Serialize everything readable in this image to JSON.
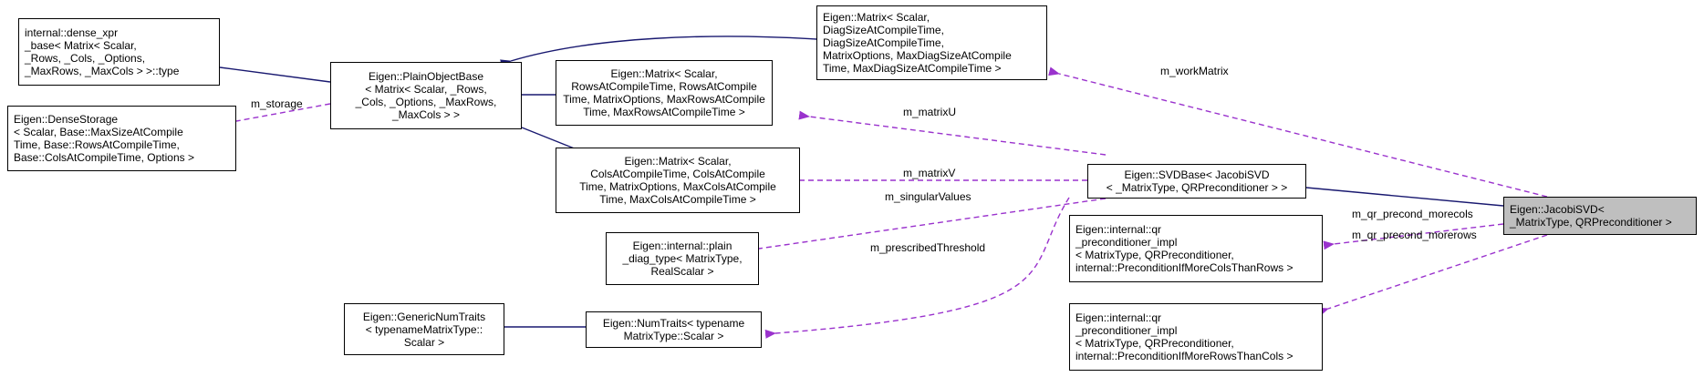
{
  "nodes": {
    "dense_xpr": [
      "internal::dense_xpr",
      "_base< Matrix< Scalar,",
      "_Rows, _Cols, _Options,",
      "_MaxRows, _MaxCols > >::type"
    ],
    "dense_storage": [
      "Eigen::DenseStorage",
      "< Scalar, Base::MaxSizeAtCompile",
      "Time, Base::RowsAtCompileTime,",
      "Base::ColsAtCompileTime, Options >"
    ],
    "plain_object_base": [
      "Eigen::PlainObjectBase",
      "< Matrix< Scalar, _Rows,",
      "_Cols, _Options, _MaxRows,",
      "_MaxCols > >"
    ],
    "matrix_diag": [
      "Eigen::Matrix< Scalar,",
      "DiagSizeAtCompileTime,",
      "DiagSizeAtCompileTime,",
      "MatrixOptions, MaxDiagSizeAtCompile",
      "Time, MaxDiagSizeAtCompileTime >"
    ],
    "matrix_rows": [
      "Eigen::Matrix< Scalar,",
      "RowsAtCompileTime, RowsAtCompile",
      "Time, MatrixOptions, MaxRowsAtCompile",
      "Time, MaxRowsAtCompileTime >"
    ],
    "matrix_cols": [
      "Eigen::Matrix< Scalar,",
      "ColsAtCompileTime, ColsAtCompile",
      "Time, MatrixOptions, MaxColsAtCompile",
      "Time, MaxColsAtCompileTime >"
    ],
    "plain_diag_type": [
      "Eigen::internal::plain",
      "_diag_type< MatrixType,",
      "RealScalar >"
    ],
    "generic_num_traits": [
      "Eigen::GenericNumTraits",
      "< typenameMatrixType::",
      "Scalar >"
    ],
    "num_traits": [
      "Eigen::NumTraits< typename",
      "MatrixType::Scalar >"
    ],
    "svd_base": [
      "Eigen::SVDBase< JacobiSVD",
      "< _MatrixType, QRPreconditioner > >"
    ],
    "qr_morecols": [
      "Eigen::internal::qr",
      "_preconditioner_impl",
      "< MatrixType, QRPreconditioner,",
      "internal::PreconditionIfMoreColsThanRows >"
    ],
    "qr_morerows": [
      "Eigen::internal::qr",
      "_preconditioner_impl",
      "< MatrixType, QRPreconditioner,",
      "internal::PreconditionIfMoreRowsThanCols >"
    ],
    "jacobi_svd": [
      "Eigen::JacobiSVD<",
      "_MatrixType, QRPreconditioner >"
    ]
  },
  "edge_labels": {
    "m_storage": "m_storage",
    "m_workMatrix": "m_workMatrix",
    "m_matrixU": "m_matrixU",
    "m_matrixV": "m_matrixV",
    "m_singularValues": "m_singularValues",
    "m_prescribedThreshold": "m_prescribedThreshold",
    "m_qr_precond_morecols": "m_qr_precond_morecols",
    "m_qr_precond_morerows": "m_qr_precond_morerows"
  },
  "colors": {
    "inheritance": "#191970",
    "usage": "#9a32cd",
    "focus_fill": "#bfbfbf"
  }
}
